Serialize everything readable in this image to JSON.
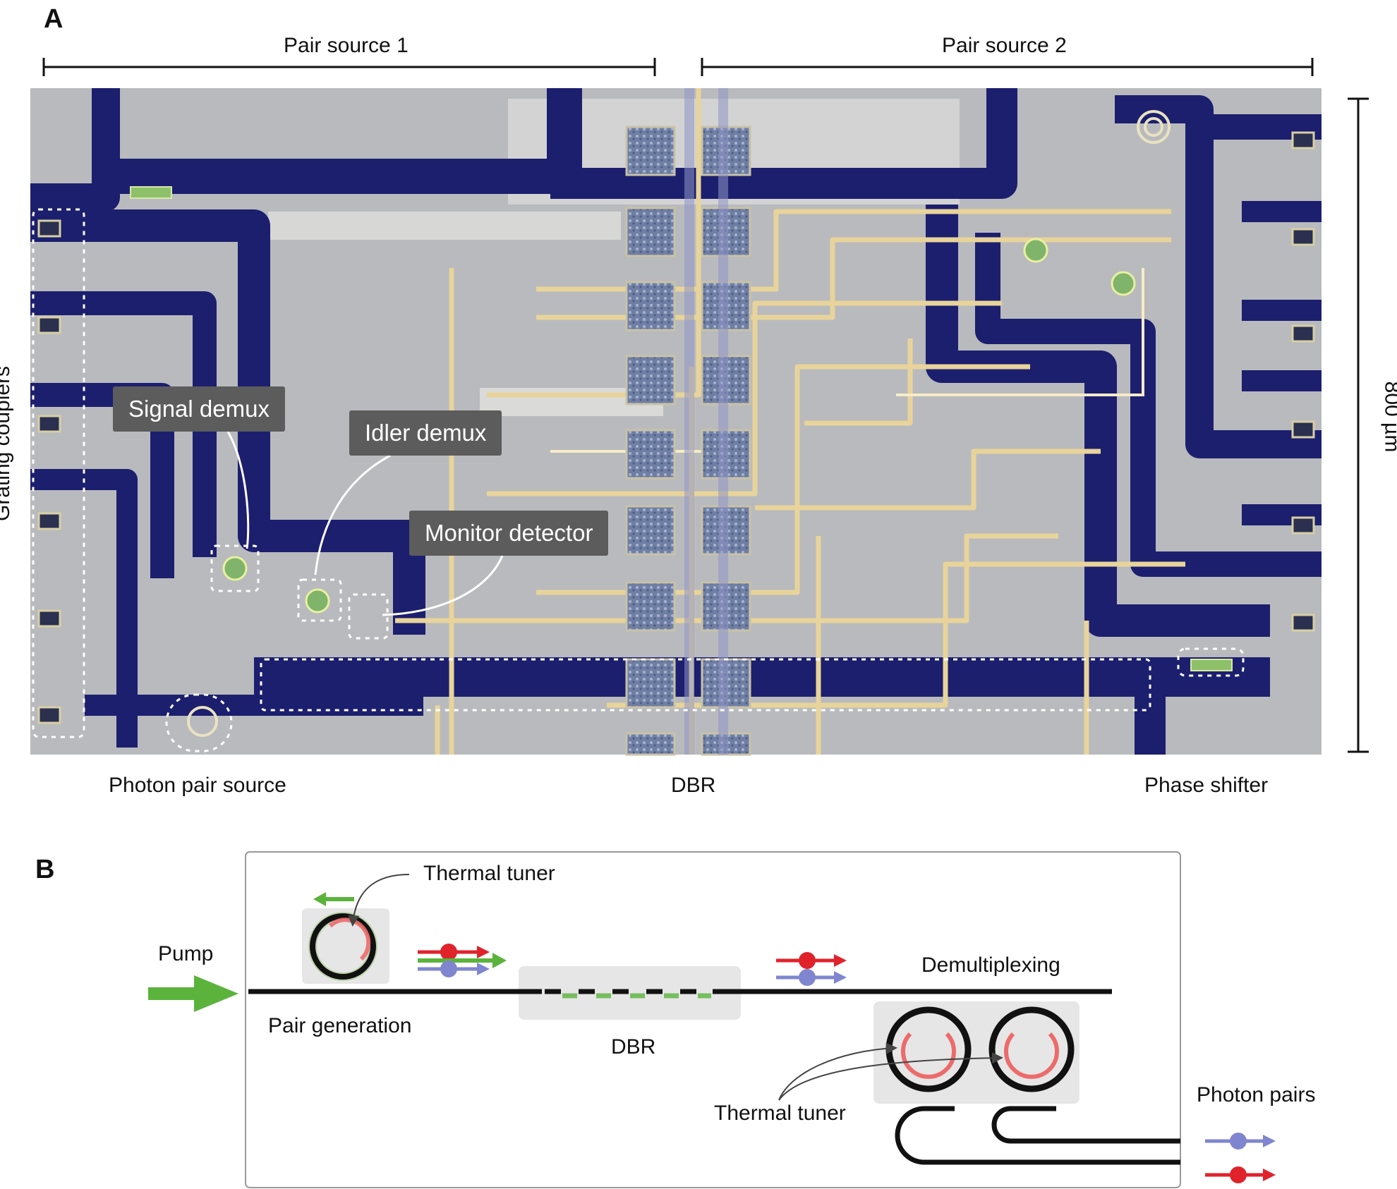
{
  "panel_a": {
    "letter": "A",
    "pair_source_1": "Pair source 1",
    "pair_source_2": "Pair source 2",
    "grating_couplers": "Grating couplers",
    "scale": "800 µm",
    "callouts": {
      "signal_demux": "Signal demux",
      "idler_demux": "Idler demux",
      "monitor_detector": "Monitor detector"
    },
    "bottom_labels": {
      "photon_pair_source": "Photon pair source",
      "dbr": "DBR",
      "phase_shifter": "Phase shifter"
    }
  },
  "panel_b": {
    "letter": "B",
    "pump": "Pump",
    "thermal_tuner_top": "Thermal tuner",
    "pair_generation": "Pair generation",
    "dbr": "DBR",
    "demultiplexing": "Demultiplexing",
    "thermal_tuner_bottom": "Thermal tuner",
    "photon_pairs": "Photon pairs"
  },
  "colors": {
    "chip_gray": "#b9babd",
    "oxide_navy": "#1c1f6e",
    "metal_gold": "#e8d49a",
    "pump_green": "#5bb33c",
    "signal_red": "#e0232b",
    "idler_blue": "#7f86cf",
    "heater_pink": "#ec6b6b"
  }
}
